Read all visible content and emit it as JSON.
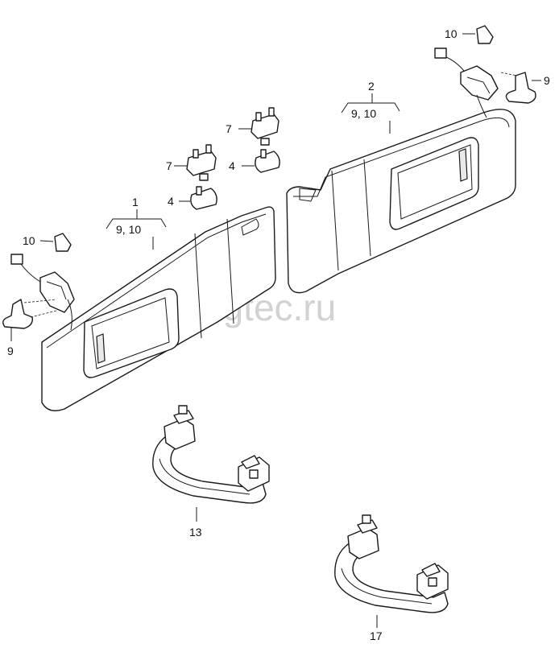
{
  "watermark": "vagtec.ru",
  "callouts": {
    "visor_left": {
      "number": "1",
      "sub": "9, 10"
    },
    "visor_right": {
      "number": "2",
      "sub": "9, 10"
    },
    "clip_top_right": "10",
    "clip_left": "10",
    "cover_right": "9",
    "cover_left": "9",
    "bracket_a": "7",
    "bracket_b": "7",
    "cap_a": "4",
    "cap_b": "4",
    "grab_handle_front": "13",
    "grab_handle_rear": "17"
  }
}
